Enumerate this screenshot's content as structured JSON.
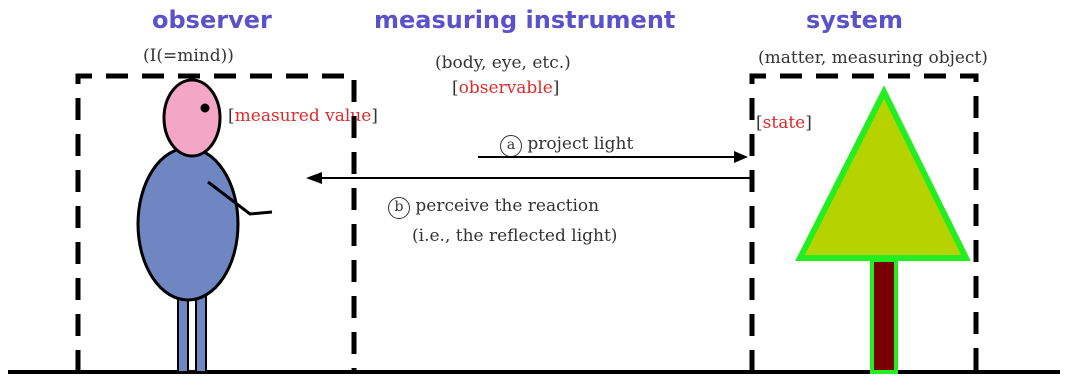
{
  "headings": {
    "observer": "observer",
    "instrument": "measuring instrument",
    "system": "system"
  },
  "subtitles": {
    "observer": "(I(=mind))",
    "instrument": "(body, eye, etc.)",
    "system": "(matter, measuring object)"
  },
  "labels": {
    "measured_value": "measured value",
    "observable": "observable",
    "state": "state"
  },
  "arrows": {
    "project_marker": "a",
    "project_text": "project light",
    "perceive_marker": "b",
    "perceive_text": "perceive the reaction",
    "perceive_sub": "(i.e., the reflected light)"
  },
  "colors": {
    "heading": "#5b52c9",
    "label_red": "#e02a2a",
    "head_pink": "#f4a6c6",
    "body_blue": "#6f86c2",
    "tree_fill": "#b6d300",
    "tree_outline": "#22ee22",
    "trunk": "#7a0000"
  }
}
